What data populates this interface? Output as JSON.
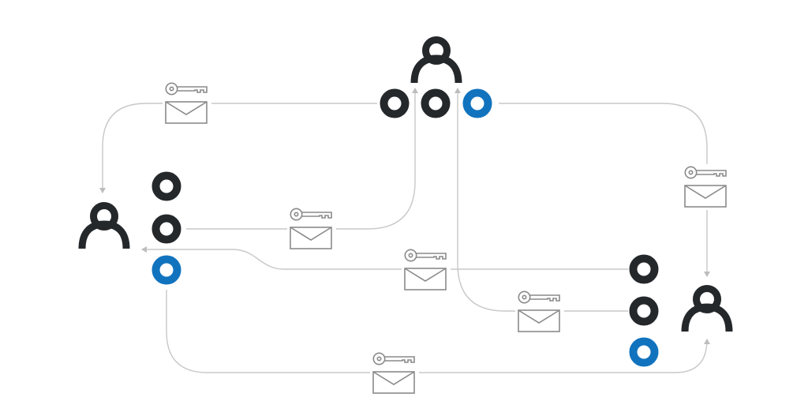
{
  "diagram": {
    "colors": {
      "background": "#ffffff",
      "person": "#25282b",
      "node_dark": "#25282b",
      "node_highlight": "#1173be",
      "connector": "#c4c4c4",
      "key_envelope": "#8a8a8a"
    },
    "participants": [
      {
        "id": "top",
        "icon": "person-icon",
        "key_slots": [
          "dark",
          "dark",
          "blue"
        ]
      },
      {
        "id": "left",
        "icon": "person-icon",
        "key_slots": [
          "dark",
          "dark",
          "blue"
        ]
      },
      {
        "id": "right",
        "icon": "person-icon",
        "key_slots": [
          "dark",
          "dark",
          "blue"
        ]
      }
    ],
    "messages": [
      {
        "from": "top",
        "to": "left",
        "icon": "key-envelope-icon"
      },
      {
        "from": "left",
        "to": "top",
        "icon": "key-envelope-icon"
      },
      {
        "from": "right",
        "to": "left",
        "icon": "key-envelope-icon"
      },
      {
        "from": "right",
        "to": "top",
        "icon": "key-envelope-icon"
      },
      {
        "from": "top",
        "to": "right",
        "icon": "key-envelope-icon"
      },
      {
        "from": "left",
        "to": "right",
        "icon": "key-envelope-icon"
      }
    ]
  }
}
